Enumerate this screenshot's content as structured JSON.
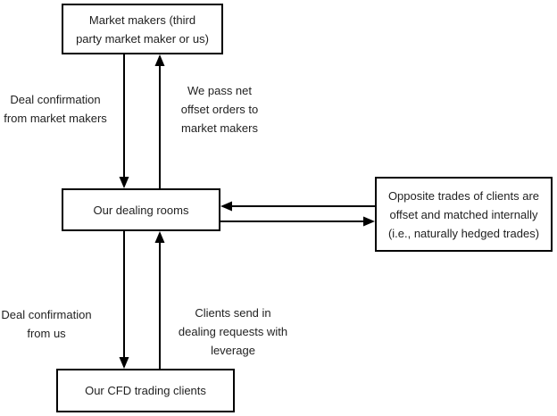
{
  "diagram": {
    "nodes": {
      "market_makers": {
        "label": "Market makers (third\nparty market maker or us)"
      },
      "dealing_rooms": {
        "label": "Our dealing rooms"
      },
      "opposite_trades": {
        "label": "Opposite trades of clients are\noffset and matched internally\n(i.e., naturally hedged trades)"
      },
      "cfd_clients": {
        "label": "Our CFD trading clients"
      }
    },
    "edge_labels": {
      "deal_confirmation_from_market_makers": "Deal confirmation\nfrom market makers",
      "we_pass_net_offset_orders": "We pass net\noffset orders to\nmarket makers",
      "deal_confirmation_from_us": "Deal confirmation\nfrom us",
      "clients_send_in_dealing_requests": "Clients send in\ndealing requests with\nleverage"
    },
    "edges": [
      {
        "from": "market_makers",
        "to": "dealing_rooms",
        "direction": "down"
      },
      {
        "from": "dealing_rooms",
        "to": "market_makers",
        "direction": "up"
      },
      {
        "from": "opposite_trades",
        "to": "dealing_rooms",
        "direction": "left"
      },
      {
        "from": "dealing_rooms",
        "to": "opposite_trades",
        "direction": "right"
      },
      {
        "from": "dealing_rooms",
        "to": "cfd_clients",
        "direction": "down"
      },
      {
        "from": "cfd_clients",
        "to": "dealing_rooms",
        "direction": "up"
      }
    ]
  },
  "colors": {
    "line": "#000000",
    "text": "#1f1f1f",
    "background": "#ffffff"
  }
}
